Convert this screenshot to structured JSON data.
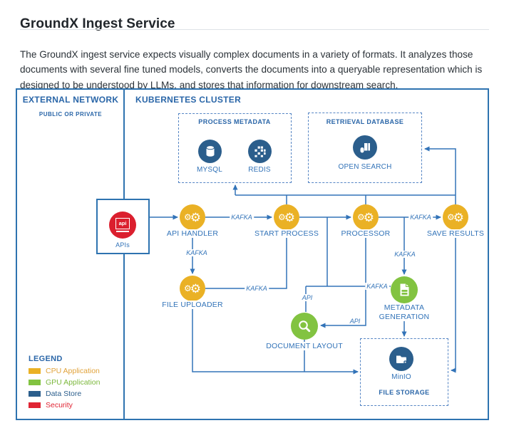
{
  "page": {
    "title": "GroundX Ingest Service",
    "description": "The GroundX ingest service expects visually complex documents in a variety of formats. It analyzes those documents with several fine tuned models, converts the documents into a queryable representation which is designed to be understood by LLMs, and stores that information for downstream search."
  },
  "diagram": {
    "external_network": {
      "title": "EXTERNAL NETWORK",
      "subtitle": "PUBLIC OR PRIVATE"
    },
    "kubernetes_cluster": {
      "title": "KUBERNETES CLUSTER"
    },
    "groups": {
      "process_metadata": {
        "label": "PROCESS METADATA"
      },
      "retrieval_database": {
        "label": "RETRIEVAL DATABASE"
      },
      "file_storage": {
        "label": "FILE STORAGE"
      }
    },
    "nodes": {
      "apis": {
        "label": "APIs",
        "icon_text": "api"
      },
      "api_handler": {
        "label": "API HANDLER"
      },
      "start_process": {
        "label": "START PROCESS"
      },
      "processor": {
        "label": "PROCESSOR"
      },
      "save_results": {
        "label": "SAVE RESULTS"
      },
      "file_uploader": {
        "label": "FILE UPLOADER"
      },
      "document_layout": {
        "label": "DOCUMENT LAYOUT"
      },
      "metadata_generation": {
        "label": "METADATA GENERATION"
      },
      "mysql": {
        "label": "MYSQL"
      },
      "redis": {
        "label": "REDIS"
      },
      "open_search": {
        "label": "OPEN SEARCH"
      },
      "minio": {
        "label": "MinIO"
      }
    },
    "edge_labels": {
      "kafka": "KAFKA",
      "api": "API"
    },
    "legend": {
      "title": "LEGEND",
      "items": [
        {
          "label": "CPU Application",
          "color": "#EAB125"
        },
        {
          "label": "GPU Application",
          "color": "#82C341"
        },
        {
          "label": "Data Store",
          "color": "#2B5E8C"
        },
        {
          "label": "Security",
          "color": "#E02534"
        }
      ]
    },
    "colors": {
      "line": "#3273B8",
      "border": "#2E73B0",
      "header": "#2A66A8"
    }
  }
}
